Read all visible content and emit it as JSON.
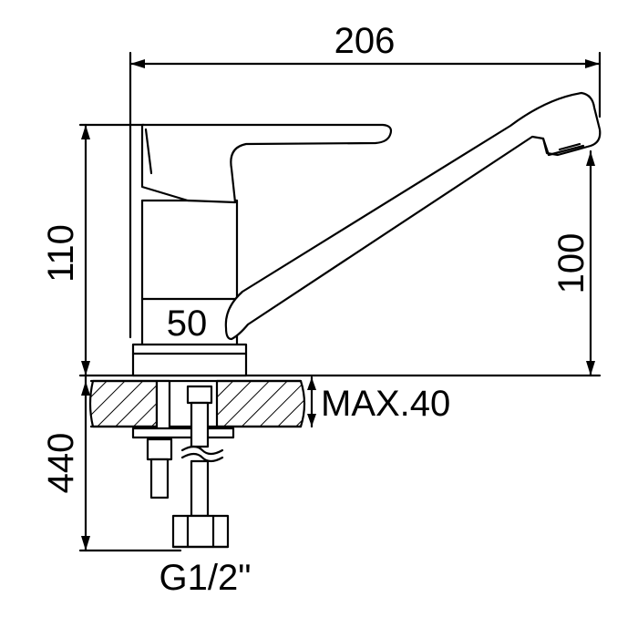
{
  "drawing": {
    "dimensions": {
      "overall_length": "206",
      "body_height": "110",
      "spout_height": "100",
      "body_diameter": "50",
      "max_counter_thickness": "MAX.40",
      "hose_length": "440",
      "connection_thread": "G1/2\""
    }
  },
  "colors": {
    "line": "#000000",
    "background": "#ffffff"
  }
}
